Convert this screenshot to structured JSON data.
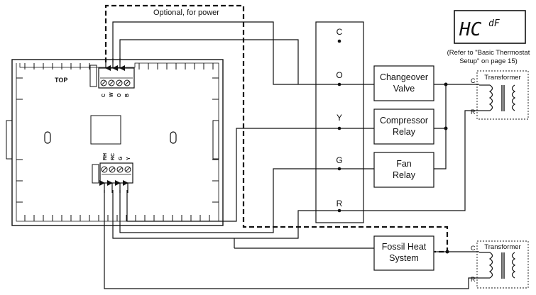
{
  "diagram": {
    "optional_label": "Optional, for power",
    "top_label": "TOP",
    "display": {
      "main": "HC",
      "sub": "dF"
    },
    "reference_note": {
      "line1": "(Refer to \"Basic Thermostat",
      "line2": "Setup\" on page 15)"
    },
    "upper_terminals": [
      "C",
      "W",
      "O",
      "B"
    ],
    "lower_terminals": [
      "RH",
      "RC",
      "G",
      "Y"
    ],
    "strip_terminals": [
      "C",
      "O",
      "Y",
      "G",
      "R"
    ],
    "components": {
      "changeover": {
        "line1": "Changeover",
        "line2": "Valve"
      },
      "compressor": {
        "line1": "Compressor",
        "line2": "Relay"
      },
      "fan": {
        "line1": "Fan",
        "line2": "Relay"
      },
      "fossil": {
        "line1": "Fossil Heat",
        "line2": "System"
      }
    },
    "transformer_top": {
      "title": "Transformer",
      "c": "C",
      "r": "R"
    },
    "transformer_bottom": {
      "title": "Transformer",
      "c": "C",
      "r": "R"
    }
  }
}
